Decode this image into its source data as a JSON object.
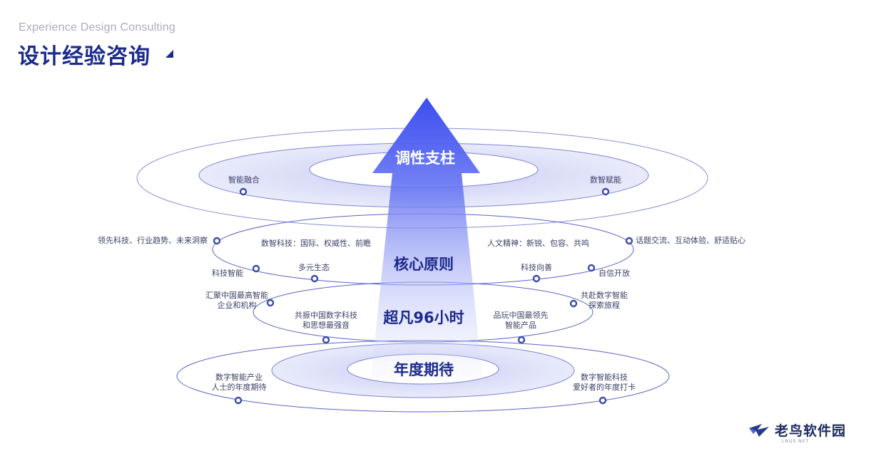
{
  "header": {
    "subtitle": "Experience Design Consulting",
    "title": "设计经验咨询"
  },
  "levels": {
    "tone": "调性支柱",
    "principles": "核心原则",
    "event": "超凡96小时",
    "annual": "年度期待"
  },
  "ring1": {
    "left": "智能融合",
    "right": "数智赋能"
  },
  "ring2": {
    "outer_left": "领先科技、行业趋势、未来洞察",
    "outer_right": "话题交流、互动体验、舒适贴心",
    "inner_left": "数智科技：国际、权威性、前瞻",
    "inner_right": "人文精神：新锐、包容、共鸣",
    "bottom_left_outer": "科技智能",
    "bottom_left_inner": "多元生态",
    "bottom_right_inner": "科技向善",
    "bottom_right_outer": "自信开放"
  },
  "ring3": {
    "left_outer_l1": "汇聚中国最高智能",
    "left_outer_l2": "企业和机构",
    "left_inner_l1": "共振中国数字科技",
    "left_inner_l2": "和思想最强音",
    "right_inner_l1": "品玩中国最领先",
    "right_inner_l2": "智能产品",
    "right_outer_l1": "共赴数字智能",
    "right_outer_l2": "探索旅程"
  },
  "ring4": {
    "left_l1": "数字智能产业",
    "left_l2": "人士的年度期待",
    "right_l1": "数字智能科技",
    "right_l2": "爱好者的年度打卡"
  },
  "watermark": {
    "name": "老鸟软件园",
    "sub": "LNQS.NET"
  },
  "colors": {
    "accent": "#1b2a8c",
    "arrow_top": "#3b4df0",
    "ring": "#5a64c8",
    "dot": "#3b4aa8"
  }
}
